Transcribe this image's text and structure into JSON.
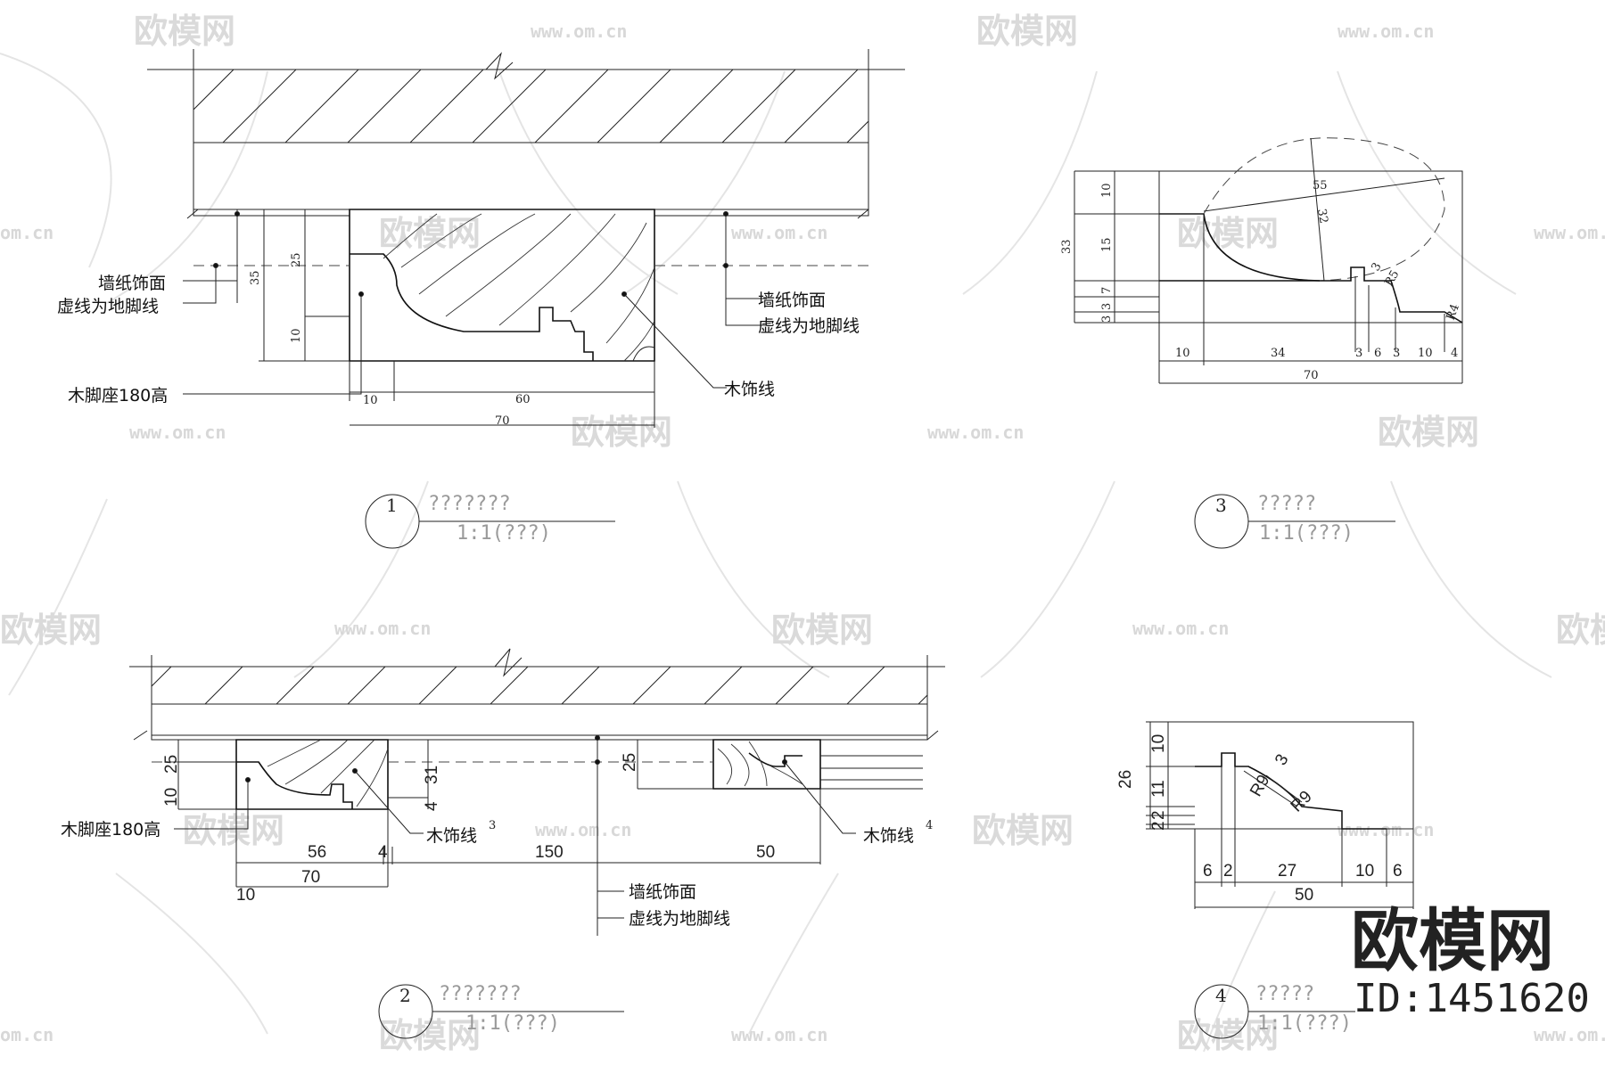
{
  "watermark": {
    "brand": "欧模网",
    "url": "www.om.cn",
    "url_short": "om.cn"
  },
  "brand_overlay": {
    "name": "欧模网",
    "id": "ID:1451620"
  },
  "detail1": {
    "number": "1",
    "title": "???????",
    "scale": "1:1(???)",
    "labels": {
      "wallpaper": "墙纸饰面",
      "dashed": "虚线为地脚线",
      "base": "木脚座180高",
      "molding": "木饰线"
    },
    "dims": {
      "d35": "35",
      "d25": "25",
      "d10": "10",
      "b10": "10",
      "b60": "60",
      "b70": "70"
    }
  },
  "detail2": {
    "number": "2",
    "title": "???????",
    "scale": "1:1(???)",
    "labels": {
      "base": "木脚座180高",
      "molding3": "木饰线",
      "molding4": "木饰线",
      "ref3": "3",
      "ref4": "4",
      "wallpaper": "墙纸饰面",
      "dashed": "虚线为地脚线"
    },
    "dims": {
      "v25a": "25",
      "v10": "10",
      "v31": "31",
      "v4": "4",
      "v25b": "25",
      "h56": "56",
      "h4": "4",
      "h150": "150",
      "h50": "50",
      "h70": "70",
      "h10": "10"
    }
  },
  "detail3": {
    "number": "3",
    "title": "?????",
    "scale": "1:1(???)",
    "dims": {
      "v33": "33",
      "v10": "10",
      "v15": "15",
      "v7": "7",
      "v3a": "3",
      "v3b": "3",
      "h10": "10",
      "h34": "34",
      "h3a": "3",
      "h6": "6",
      "h3b": "3",
      "h10b": "10",
      "h4": "4",
      "h70": "70",
      "d55": "55",
      "d32": "32",
      "r5": "R5",
      "r4": "R4",
      "s3": "3"
    }
  },
  "detail4": {
    "number": "4",
    "title": "?????",
    "scale": "1:1(???)",
    "dims": {
      "v26": "26",
      "v10": "10",
      "v11": "11",
      "v2a": "2",
      "v2b": "2",
      "h6": "6",
      "h2": "2",
      "h27": "27",
      "h10": "10",
      "h6b": "6",
      "h50": "50",
      "r9a": "R9",
      "r9b": "R9",
      "s3": "3"
    }
  }
}
